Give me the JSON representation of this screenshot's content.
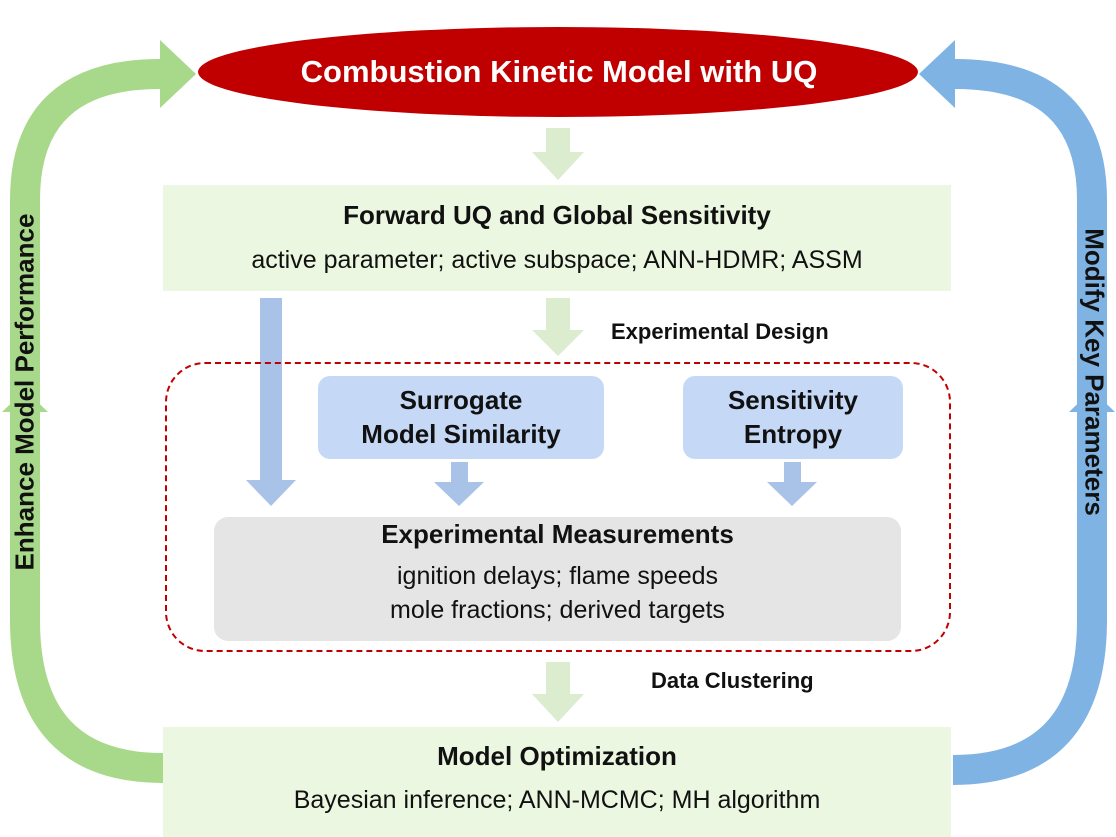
{
  "title": "Combustion Kinetic Model with UQ",
  "forward": {
    "title": "Forward UQ and Global Sensitivity",
    "methods": "active parameter; active subspace; ANN-HDMR; ASSM"
  },
  "experimental_design": {
    "label": "Experimental Design",
    "surrogate": {
      "line1": "Surrogate",
      "line2": "Model Similarity"
    },
    "entropy": {
      "line1": "Sensitivity",
      "line2": "Entropy"
    }
  },
  "measurements": {
    "title": "Experimental Measurements",
    "line1": "ignition delays; flame speeds",
    "line2": "mole fractions; derived targets"
  },
  "clustering_label": "Data Clustering",
  "optimization": {
    "title": "Model Optimization",
    "methods": "Bayesian inference; ANN-MCMC; MH algorithm"
  },
  "side_labels": {
    "left": "Enhance Model Performance",
    "right": "Modify Key Parameters"
  },
  "colors": {
    "banner": "#c00000",
    "green_loop": "#a8d98a",
    "blue_loop": "#7fb3e3",
    "green_box": "#ebf7e0",
    "blue_box": "#c5d9f7",
    "gray_box": "#e5e5e5",
    "dashed_border": "#c00000"
  }
}
